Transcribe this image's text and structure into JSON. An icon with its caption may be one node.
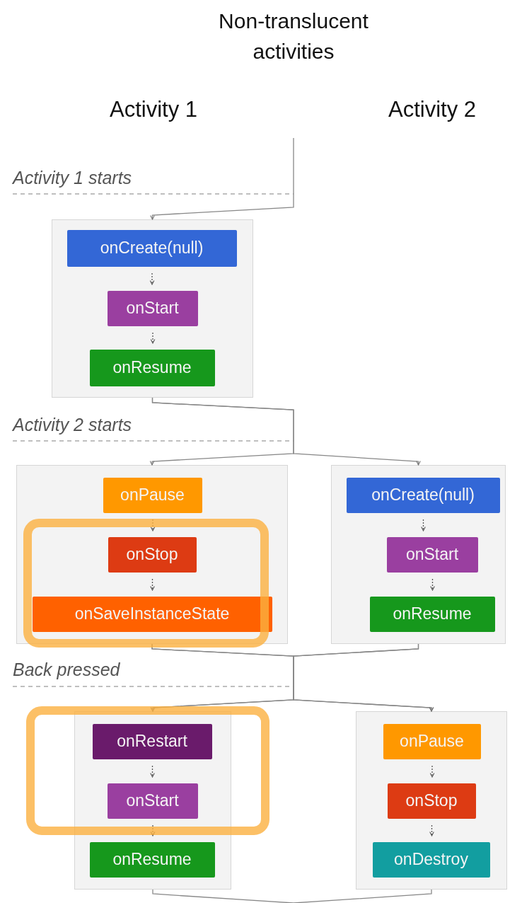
{
  "diagram": {
    "title": "Non-translucent activities",
    "nodes": [
      {
        "text": [],
        "shape": "box"
      },
      {
        "text": [
          "onCreate(null)"
        ],
        "in": 0
      },
      {
        "text": [
          "onStart"
        ],
        "in": 0
      },
      {
        "text": [
          "onResume"
        ],
        "in": 0
      },
      {
        "text": [],
        "shape": "box"
      },
      {
        "text": [
          "onPause"
        ],
        "in": 4
      },
      {
        "text": [
          "onStop"
        ],
        "in": 4
      },
      {
        "text": [
          "onSaveInstanceState"
        ],
        "in": 4
      },
      {
        "text": [],
        "shape": "box"
      },
      {
        "text": [
          "onCreate(null)"
        ],
        "in": 8
      },
      {
        "text": [
          "onStart"
        ],
        "in": 8
      },
      {
        "text": [
          "onResume"
        ],
        "in": 8
      },
      {
        "text": [],
        "shape": "box"
      },
      {
        "text": [
          "onRestart"
        ],
        "in": 12
      },
      {
        "text": [
          "onStart"
        ],
        "in": 12
      },
      {
        "text": [
          "onResume"
        ],
        "in": 12
      },
      {
        "text": [],
        "shape": "box"
      },
      {
        "text": [
          "onPause"
        ],
        "in": 16
      },
      {
        "text": [
          "onStop"
        ],
        "in": 16
      },
      {
        "text": [
          "onDestroy"
        ],
        "in": 16
      }
    ],
    "edges": [
      {
        "from": null,
        "to": 0,
        "arrow": "to"
      },
      {
        "from": 0,
        "to": 4,
        "arrow": "to"
      },
      {
        "from": 0,
        "to": 8,
        "arrow": "to"
      },
      {
        "from": 4,
        "to": 12,
        "arrow": "to"
      },
      {
        "from": 4,
        "to": 16,
        "arrow": "to"
      },
      {
        "from": 8,
        "to": 12,
        "arrow": "to"
      },
      {
        "from": 8,
        "to": 16,
        "arrow": "to"
      },
      {
        "from": 12,
        "to": null,
        "arrow": "none"
      },
      {
        "from": 16,
        "to": null,
        "arrow": "none"
      },
      {
        "from": 1,
        "to": 2,
        "arrow": "to",
        "style": "dashed"
      },
      {
        "from": 2,
        "to": 3,
        "arrow": "to",
        "style": "dashed"
      },
      {
        "from": 5,
        "to": 6,
        "arrow": "to",
        "style": "dashed"
      },
      {
        "from": 6,
        "to": 7,
        "arrow": "to",
        "style": "dashed"
      },
      {
        "from": 9,
        "to": 10,
        "arrow": "to",
        "style": "dashed"
      },
      {
        "from": 10,
        "to": 11,
        "arrow": "to",
        "style": "dashed"
      },
      {
        "from": 13,
        "to": 14,
        "arrow": "to",
        "style": "dashed"
      },
      {
        "from": 14,
        "to": 15,
        "arrow": "to",
        "style": "dashed"
      },
      {
        "from": 17,
        "to": 18,
        "arrow": "to",
        "style": "dashed"
      },
      {
        "from": 18,
        "to": 19,
        "arrow": "to",
        "style": "dashed"
      }
    ],
    "labels": [
      "Activity 1",
      "Activity 2",
      "Activity 1 starts",
      "Activity 2 starts",
      "Back pressed"
    ]
  }
}
